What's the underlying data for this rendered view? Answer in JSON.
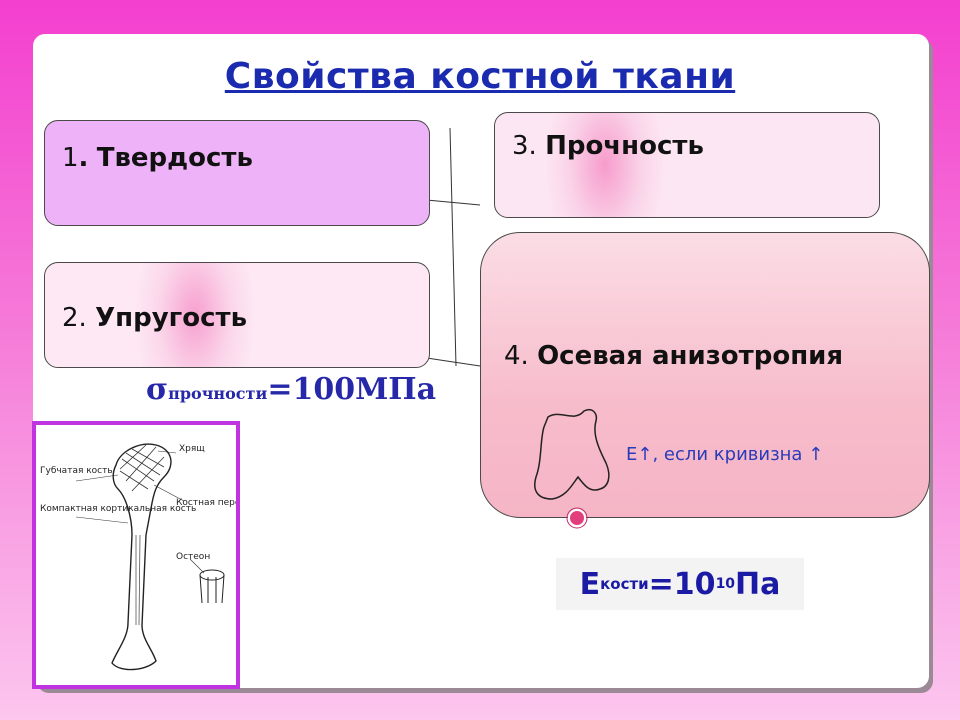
{
  "title": "Свойства костной ткани",
  "properties": [
    {
      "num": "1",
      "sep": ".",
      "word": "Твердость"
    },
    {
      "num": "2",
      "sep": ".",
      "word": "Упругость"
    },
    {
      "num": "3",
      "sep": ".",
      "word": "Прочность"
    },
    {
      "num": "4",
      "sep": ".",
      "word": "Осевая анизотропия"
    }
  ],
  "sigma": {
    "symbol": "σ",
    "sub": "прочности",
    "rest": "=100МПа"
  },
  "modulus": {
    "E": "Е",
    "sub": "кости",
    "eq": "=10",
    "sup": "10",
    "unit": "Па"
  },
  "curvature_note": "Е↑, если кривизна ↑",
  "bone_labels": {
    "cartilage": "Хрящ",
    "spongy": "Губчатая кость",
    "compact": "Компактная кортикальная кость",
    "trabecula": "Костная перекладина",
    "osteon": "Остеон"
  },
  "colors": {
    "title": "#1a2bb0",
    "box1": "#eeb2f8",
    "frame": "#c033e0",
    "dot": "#e23d7c"
  }
}
